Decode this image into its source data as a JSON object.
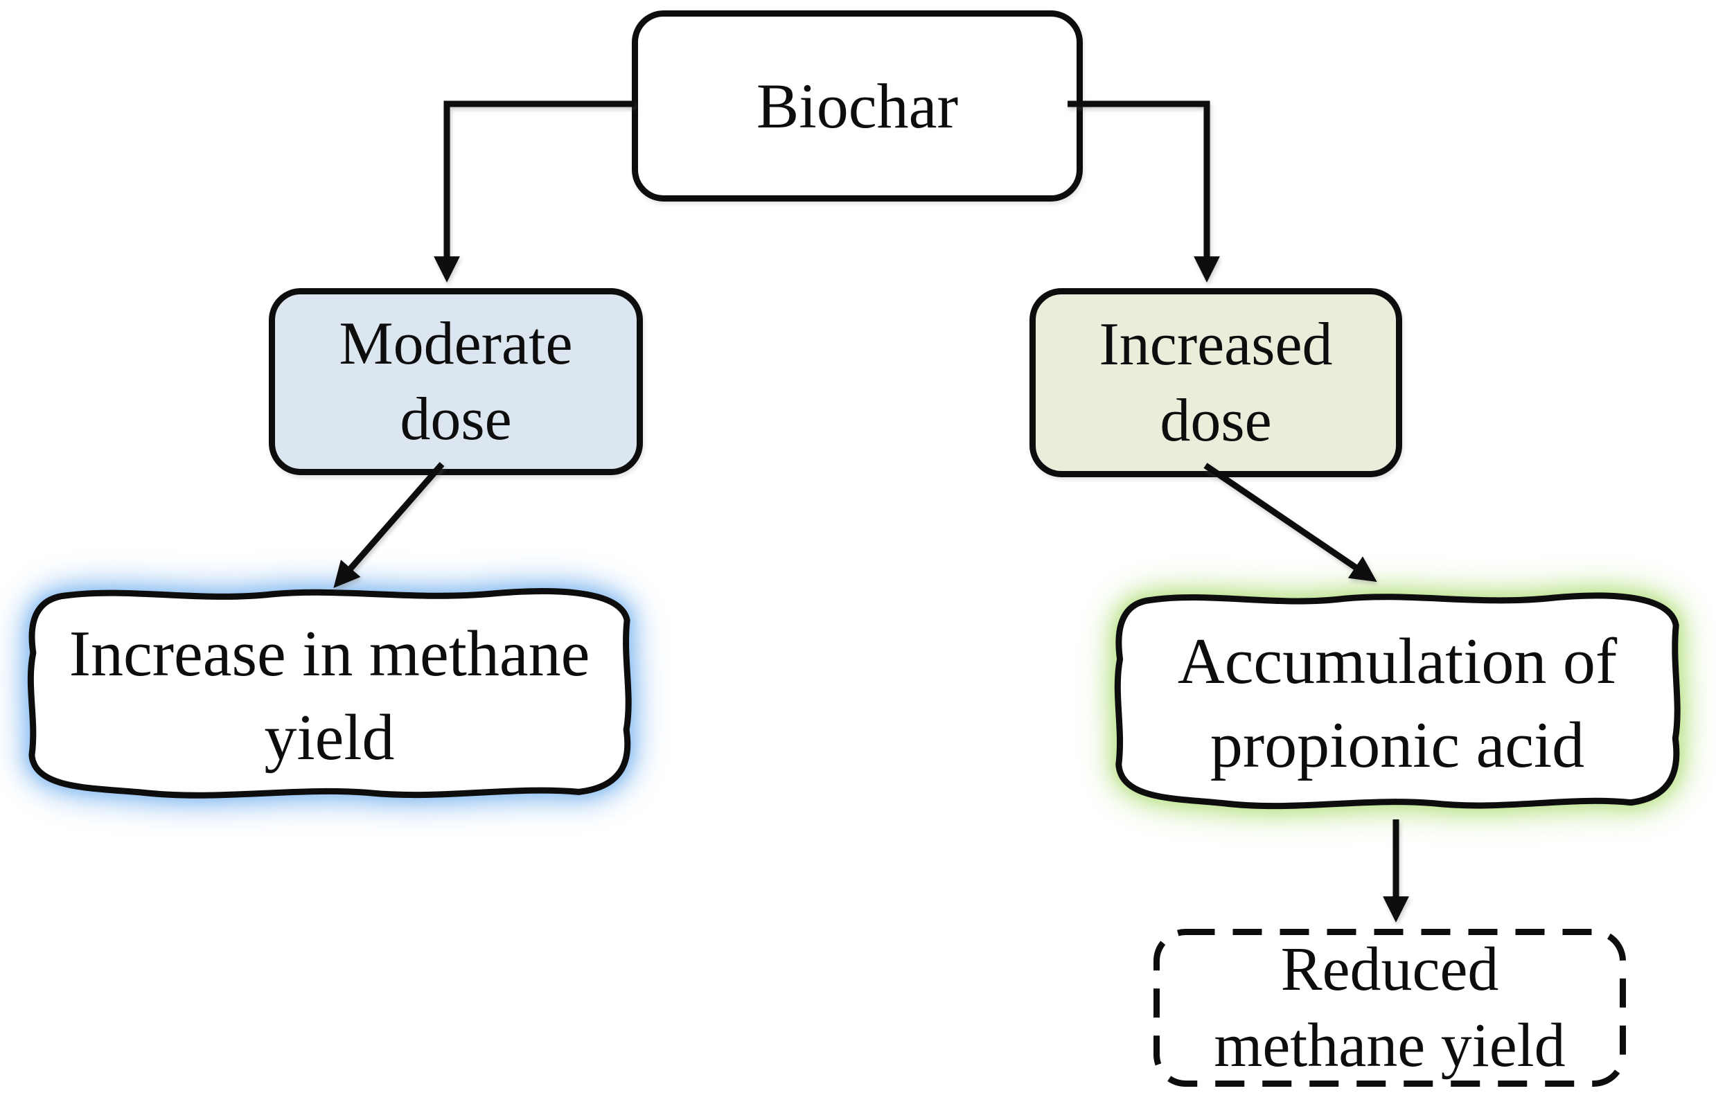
{
  "nodes": {
    "biochar": {
      "label": "Biochar"
    },
    "moderate_dose": {
      "line1": "Moderate",
      "line2": "dose"
    },
    "increased_dose": {
      "line1": "Increased",
      "line2": "dose"
    },
    "methane_increase": {
      "line1": "Increase in methane",
      "line2": "yield"
    },
    "propionic_accumulation": {
      "line1": "Accumulation of",
      "line2": "propionic acid"
    },
    "reduced_methane": {
      "line1": "Reduced",
      "line2": "methane yield"
    }
  },
  "edges": [
    {
      "from": "biochar",
      "to": "moderate_dose"
    },
    {
      "from": "biochar",
      "to": "increased_dose"
    },
    {
      "from": "moderate_dose",
      "to": "methane_increase"
    },
    {
      "from": "increased_dose",
      "to": "propionic_accumulation"
    },
    {
      "from": "propionic_accumulation",
      "to": "reduced_methane"
    }
  ],
  "colors": {
    "background": "#ffffff",
    "stroke": "#0d0d0d",
    "moderate_fill": "#dce6f1",
    "increased_fill": "#e9edda",
    "blue_glow": "#9cc7f3",
    "green_glow": "#c6e79e"
  }
}
